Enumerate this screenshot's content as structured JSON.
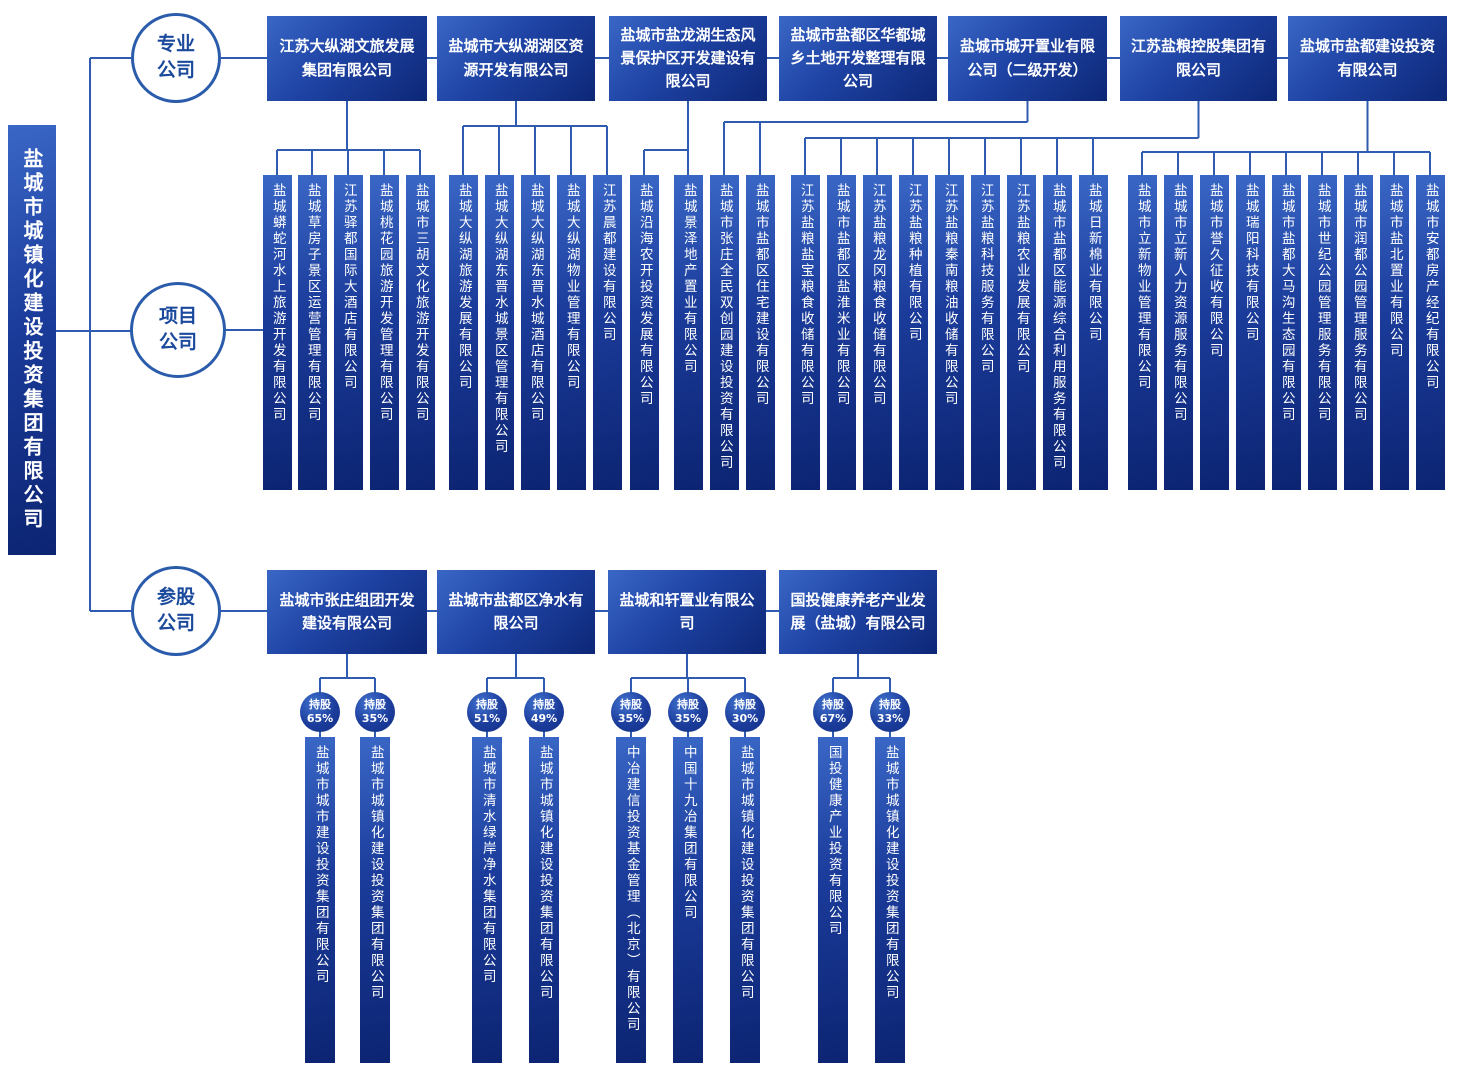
{
  "root": {
    "name": "盐城市城镇化建设投资集团有限公司"
  },
  "legend": {
    "stake_prefix": "持股"
  },
  "colors": {
    "box_blue_light": "#3a67c6",
    "box_blue_dark": "#0c2472",
    "line_blue": "#2f5cb0",
    "circle_text_blue": "#1b4a9c",
    "background": "#ffffff"
  },
  "categories": [
    {
      "label": "专业公司"
    },
    {
      "label": "项目公司"
    },
    {
      "label": "参股公司"
    }
  ],
  "professional_companies": [
    {
      "name": "江苏大纵湖文旅发展集团有限公司",
      "subsidiaries": [
        "盐城蟒蛇河水上旅游开发有限公司",
        "盐城草房子景区运营管理有限公司",
        "江苏驿都国际大酒店有限公司",
        "盐城桃花园旅游开发管理有限公司",
        "盐城市三胡文化旅游开发有限公司"
      ]
    },
    {
      "name": "盐城市大纵湖湖区资源开发有限公司",
      "subsidiaries": [
        "盐城大纵湖旅游发展有限公司",
        "盐城大纵湖东晋水城景区管理有限公司",
        "盐城大纵湖东晋水城酒店有限公司",
        "盐城大纵湖物业管理有限公司",
        "江苏晨都建设有限公司"
      ]
    },
    {
      "name": "盐城市盐龙湖生态风景保护区开发建设有限公司",
      "subsidiaries": [
        "盐城沿海农开投资发展有限公司",
        "盐城景泽地产置业有限公司"
      ]
    },
    {
      "name": "盐城市盐都区华都城乡土地开发整理有限公司",
      "subsidiaries": []
    },
    {
      "name": "盐城市城开置业有限公司（二级开发）",
      "subsidiaries": [
        "盐城市张庄全民双创园建设投资有限公司",
        "盐城市盐都区住宅建设有限公司"
      ]
    },
    {
      "name": "江苏盐粮控股集团有限公司",
      "subsidiaries": [
        "江苏盐粮盐宝粮食收储有限公司",
        "盐城市盐都区盐淮米业有限公司",
        "江苏盐粮龙冈粮食收储有限公司",
        "江苏盐粮种植有限公司",
        "江苏盐粮秦南粮油收储有限公司",
        "江苏盐粮科技服务有限公司",
        "江苏盐粮农业发展有限公司",
        "盐城市盐都区能源综合利用服务有限公司",
        "盐城日新棉业有限公司"
      ]
    },
    {
      "name": "盐城市盐都建设投资有限公司",
      "subsidiaries": [
        "盐城市立新物业管理有限公司",
        "盐城市立新人力资源服务有限公司",
        "盐城市誉久征收有限公司",
        "盐城瑞阳科技有限公司",
        "盐城市盐都大马沟生态园有限公司",
        "盐城市世纪公园管理服务有限公司",
        "盐城市润都公园管理服务有限公司",
        "盐城市盐北置业有限公司",
        "盐城市安都房产经纪有限公司"
      ]
    }
  ],
  "shareholding_companies": [
    {
      "name": "盐城市张庄组团开发建设有限公司",
      "shareholders": [
        {
          "stake": "65%",
          "name": "盐城市城市建设投资集团有限公司"
        },
        {
          "stake": "35%",
          "name": "盐城市城镇化建设投资集团有限公司"
        }
      ]
    },
    {
      "name": "盐城市盐都区净水有限公司",
      "shareholders": [
        {
          "stake": "51%",
          "name": "盐城市清水绿岸净水集团有限公司"
        },
        {
          "stake": "49%",
          "name": "盐城市城镇化建设投资集团有限公司"
        }
      ]
    },
    {
      "name": "盐城和轩置业有限公司",
      "shareholders": [
        {
          "stake": "35%",
          "name": "中冶建信投资基金管理（北京）有限公司"
        },
        {
          "stake": "35%",
          "name": "中国十九冶集团有限公司"
        },
        {
          "stake": "30%",
          "name": "盐城市城镇化建设投资集团有限公司"
        }
      ]
    },
    {
      "name": "国投健康养老产业发展（盐城）有限公司",
      "shareholders": [
        {
          "stake": "67%",
          "name": "国投健康产业投资有限公司"
        },
        {
          "stake": "33%",
          "name": "盐城市城镇化建设投资集团有限公司"
        }
      ]
    }
  ]
}
